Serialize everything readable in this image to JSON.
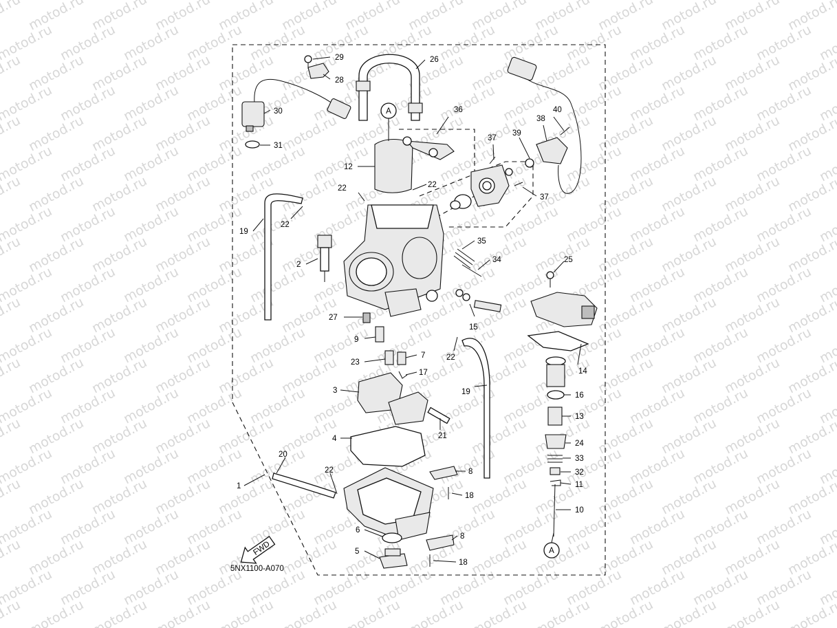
{
  "watermark": {
    "text": "motod.ru",
    "color": "#d7d7d7"
  },
  "diagram_code": "5NX1100-A070",
  "fwd_label": "FWD",
  "ref_mark": "A",
  "callouts": [
    {
      "id": "p29",
      "text": "29"
    },
    {
      "id": "p28",
      "text": "28"
    },
    {
      "id": "p26",
      "text": "26"
    },
    {
      "id": "p30",
      "text": "30"
    },
    {
      "id": "p31",
      "text": "31"
    },
    {
      "id": "p36",
      "text": "36"
    },
    {
      "id": "p40",
      "text": "40"
    },
    {
      "id": "p38",
      "text": "38"
    },
    {
      "id": "p39",
      "text": "39"
    },
    {
      "id": "p37a",
      "text": "37"
    },
    {
      "id": "p37b",
      "text": "37"
    },
    {
      "id": "p12",
      "text": "12"
    },
    {
      "id": "p22a",
      "text": "22"
    },
    {
      "id": "p22b",
      "text": "22"
    },
    {
      "id": "p22c",
      "text": "22"
    },
    {
      "id": "p19a",
      "text": "19"
    },
    {
      "id": "p2",
      "text": "2"
    },
    {
      "id": "p35",
      "text": "35"
    },
    {
      "id": "p34",
      "text": "34"
    },
    {
      "id": "p25",
      "text": "25"
    },
    {
      "id": "p27",
      "text": "27"
    },
    {
      "id": "p15",
      "text": "15"
    },
    {
      "id": "p9",
      "text": "9"
    },
    {
      "id": "p22d",
      "text": "22"
    },
    {
      "id": "p23",
      "text": "23"
    },
    {
      "id": "p7",
      "text": "7"
    },
    {
      "id": "p14",
      "text": "14"
    },
    {
      "id": "p17",
      "text": "17"
    },
    {
      "id": "p3",
      "text": "3"
    },
    {
      "id": "p19b",
      "text": "19"
    },
    {
      "id": "p16",
      "text": "16"
    },
    {
      "id": "p13",
      "text": "13"
    },
    {
      "id": "p21",
      "text": "21"
    },
    {
      "id": "p4",
      "text": "4"
    },
    {
      "id": "p24",
      "text": "24"
    },
    {
      "id": "p33",
      "text": "33"
    },
    {
      "id": "p20",
      "text": "20"
    },
    {
      "id": "p8a",
      "text": "8"
    },
    {
      "id": "p32",
      "text": "32"
    },
    {
      "id": "p1",
      "text": "1"
    },
    {
      "id": "p22e",
      "text": "22"
    },
    {
      "id": "p11",
      "text": "11"
    },
    {
      "id": "p18a",
      "text": "18"
    },
    {
      "id": "p10",
      "text": "10"
    },
    {
      "id": "p6",
      "text": "6"
    },
    {
      "id": "p8b",
      "text": "8"
    },
    {
      "id": "p5",
      "text": "5"
    },
    {
      "id": "p18b",
      "text": "18"
    }
  ]
}
